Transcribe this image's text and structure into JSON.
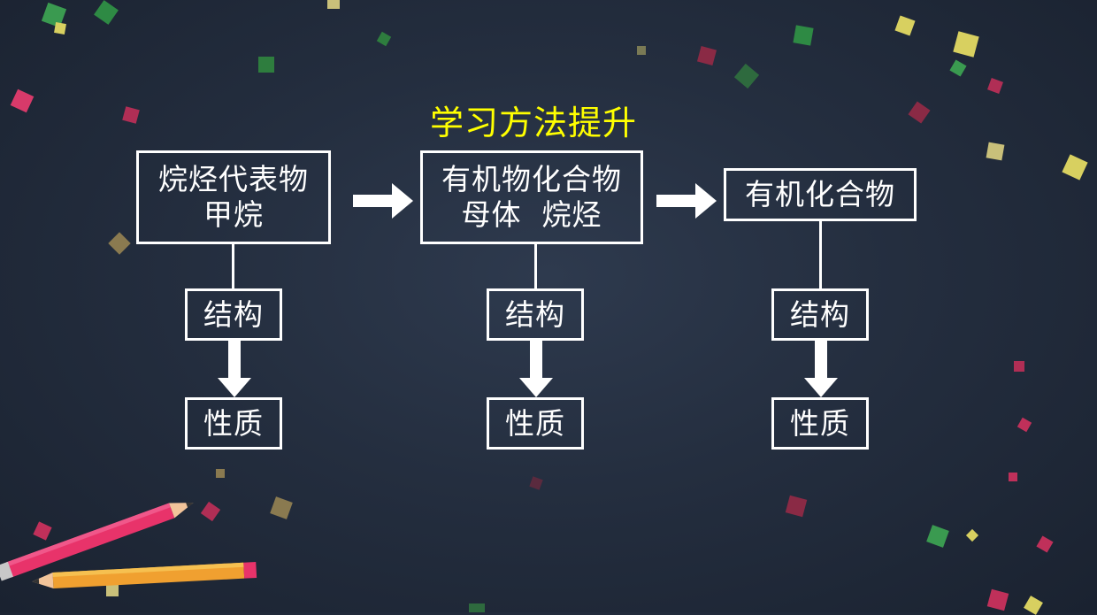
{
  "title": "学习方法提升",
  "colors": {
    "title": "#ffff00",
    "box_border": "#ffffff",
    "text": "#ffffff"
  },
  "columns": [
    {
      "top": {
        "line1": "烷烃代表物",
        "line2": "甲烷"
      },
      "structure": "结构",
      "property": "性质"
    },
    {
      "top": {
        "line1": "有机物化合物",
        "line2": "母体  烷烃"
      },
      "structure": "结构",
      "property": "性质"
    },
    {
      "top": {
        "line1": "有机化合物",
        "line2": ""
      },
      "structure": "结构",
      "property": "性质"
    }
  ]
}
